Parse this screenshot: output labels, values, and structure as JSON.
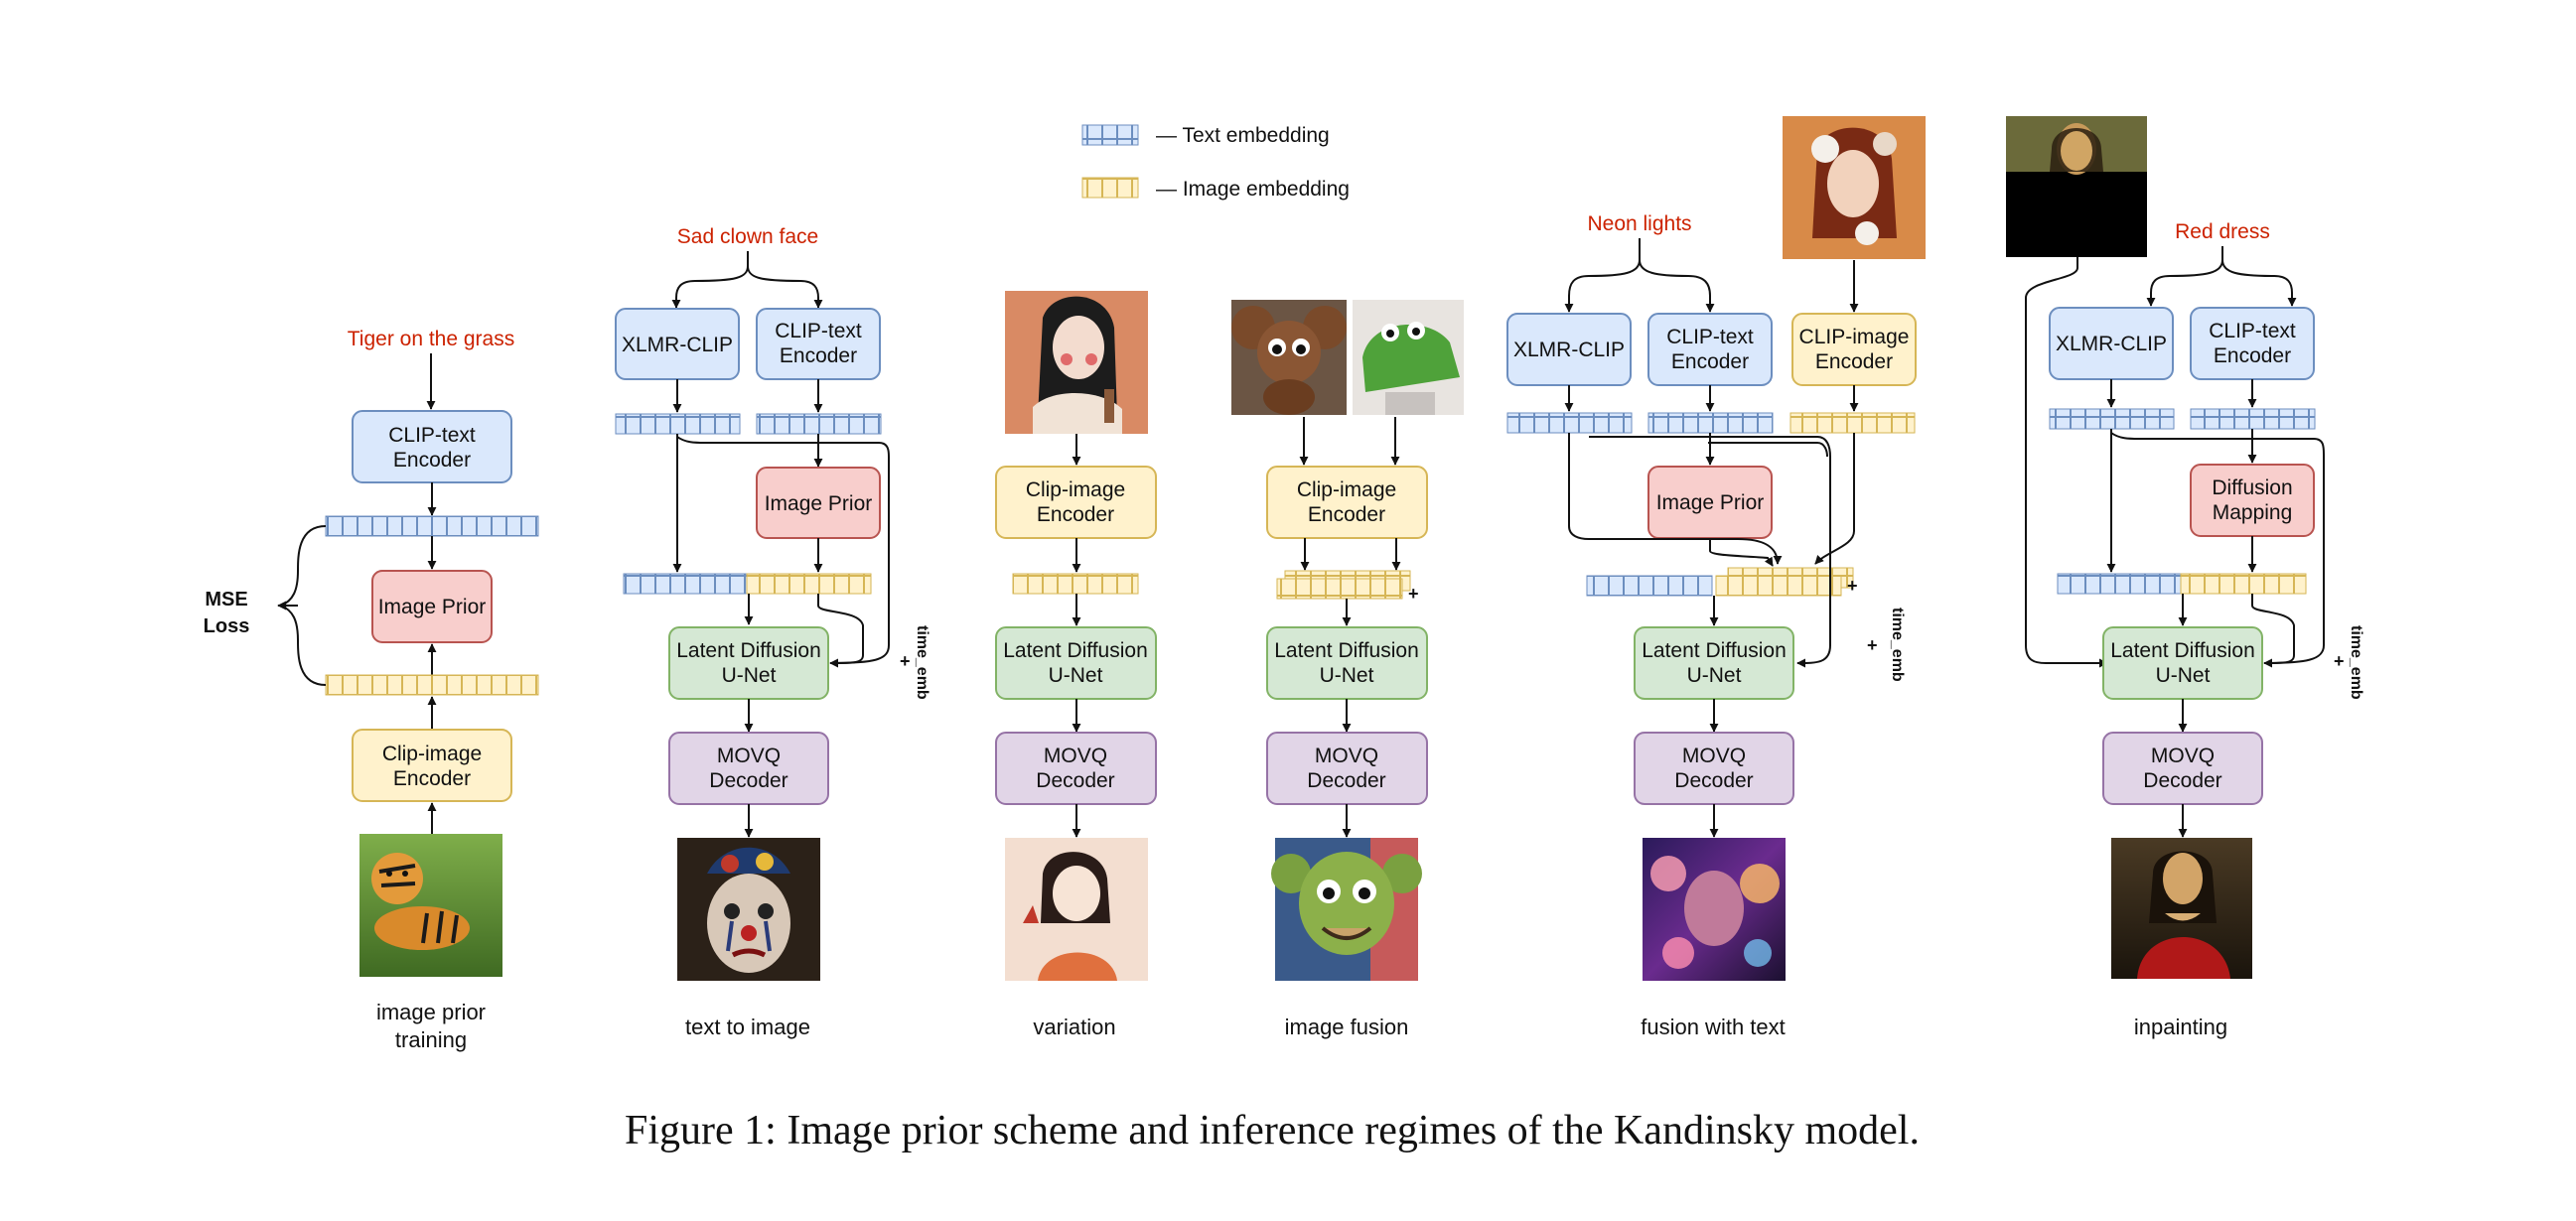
{
  "legend": {
    "text_embedding": "— Text embedding",
    "image_embedding": "— Image embedding"
  },
  "colors": {
    "blue_fill": "#dae8fc",
    "blue_stroke": "#6c8ebf",
    "yellow_fill": "#fff2cc",
    "yellow_stroke": "#d6b656",
    "red_fill": "#f8cecc",
    "red_stroke": "#b85450",
    "green_fill": "#d5e8d4",
    "green_stroke": "#82b366",
    "purple_fill": "#e1d5e7",
    "purple_stroke": "#9673a6",
    "prompt_red": "#cc2200"
  },
  "panels": {
    "prior": {
      "prompt": "Tiger on the grass",
      "clip_text_encoder": [
        "CLIP-text",
        "Encoder"
      ],
      "image_prior": "Image Prior",
      "clip_image_encoder": [
        "Clip-image",
        "Encoder"
      ],
      "loss": [
        "MSE",
        "Loss"
      ],
      "caption": [
        "image prior",
        "training"
      ],
      "picture": "tiger photo"
    },
    "t2i": {
      "prompt": "Sad clown face",
      "xlmr_clip": "XLMR-CLIP",
      "clip_text_encoder": [
        "CLIP-text",
        "Encoder"
      ],
      "image_prior": "Image Prior",
      "unet": [
        "Latent Diffusion",
        "U-Net"
      ],
      "movq": [
        "MOVQ",
        "Decoder"
      ],
      "time_emb": "time_emb",
      "plus": "+",
      "caption": "text to image",
      "picture": "clown face"
    },
    "variation": {
      "clip_image_encoder": [
        "Clip-image",
        "Encoder"
      ],
      "unet": [
        "Latent Diffusion",
        "U-Net"
      ],
      "movq": [
        "MOVQ",
        "Decoder"
      ],
      "caption": "variation",
      "pictures": [
        "woman illustration",
        "woman illustration output"
      ]
    },
    "fusion": {
      "clip_image_encoder": [
        "Clip-image",
        "Encoder"
      ],
      "unet": [
        "Latent Diffusion",
        "U-Net"
      ],
      "movq": [
        "MOVQ",
        "Decoder"
      ],
      "plus": "+",
      "caption": "image fusion",
      "pictures": [
        "cheburashka",
        "crocodile gena",
        "fused creature"
      ]
    },
    "fusion_text": {
      "prompt": "Neon lights",
      "xlmr_clip": "XLMR-CLIP",
      "clip_text_encoder": [
        "CLIP-text",
        "Encoder"
      ],
      "clip_image_encoder": [
        "CLIP-image",
        "Encoder"
      ],
      "image_prior": "Image Prior",
      "unet": [
        "Latent Diffusion",
        "U-Net"
      ],
      "movq": [
        "MOVQ",
        "Decoder"
      ],
      "time_emb": "time_emb",
      "plus": "+",
      "caption": "fusion with text",
      "pictures": [
        "woman with flowers",
        "neon portrait"
      ]
    },
    "inpainting": {
      "prompt": "Red dress",
      "xlmr_clip": "XLMR-CLIP",
      "clip_text_encoder": [
        "CLIP-text",
        "Encoder"
      ],
      "diffusion_mapping": [
        "Diffusion",
        "Mapping"
      ],
      "unet": [
        "Latent Diffusion",
        "U-Net"
      ],
      "movq": [
        "MOVQ",
        "Decoder"
      ],
      "time_emb": "time_emb",
      "plus": "+",
      "caption": "inpainting",
      "pictures": [
        "masked mona lisa",
        "mona lisa red dress"
      ]
    }
  },
  "caption": "Figure 1: Image prior scheme and inference regimes of the Kandinsky model."
}
